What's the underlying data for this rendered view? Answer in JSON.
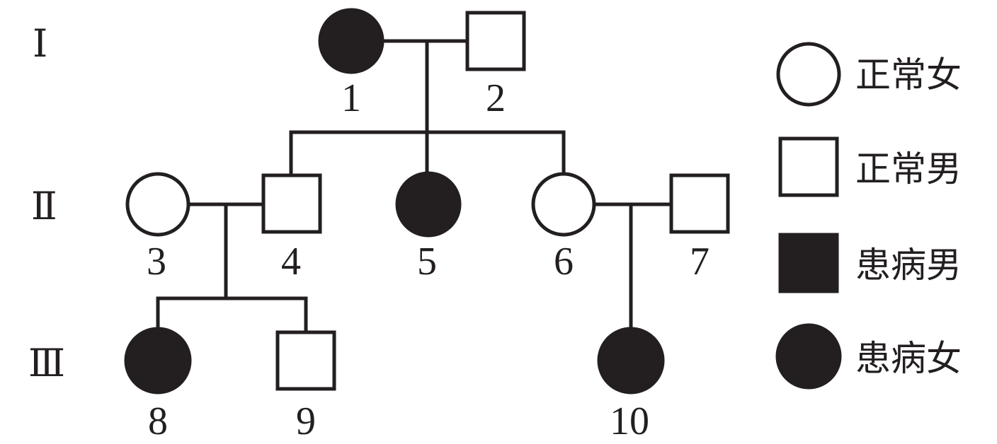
{
  "generations": [
    "Ⅰ",
    "Ⅱ",
    "Ⅲ"
  ],
  "individuals": [
    {
      "id": "1",
      "sex": "female",
      "affected": true
    },
    {
      "id": "2",
      "sex": "male",
      "affected": false
    },
    {
      "id": "3",
      "sex": "female",
      "affected": false
    },
    {
      "id": "4",
      "sex": "male",
      "affected": false
    },
    {
      "id": "5",
      "sex": "female",
      "affected": true
    },
    {
      "id": "6",
      "sex": "female",
      "affected": false
    },
    {
      "id": "7",
      "sex": "male",
      "affected": false
    },
    {
      "id": "8",
      "sex": "female",
      "affected": true
    },
    {
      "id": "9",
      "sex": "male",
      "affected": false
    },
    {
      "id": "10",
      "sex": "female",
      "affected": true
    }
  ],
  "legend": [
    {
      "label": "正常女",
      "symbol": "circle-open"
    },
    {
      "label": "正常男",
      "symbol": "square-open"
    },
    {
      "label": "患病男",
      "symbol": "square-filled"
    },
    {
      "label": "患病女",
      "symbol": "circle-filled"
    }
  ],
  "colors": {
    "ink": "#231f20",
    "background": "#ffffff"
  }
}
